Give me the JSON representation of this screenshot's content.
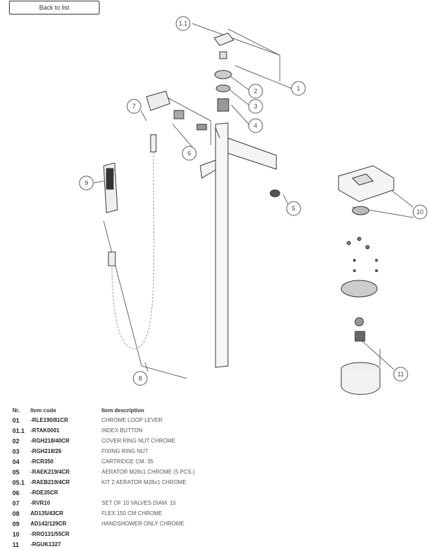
{
  "back_button": "Back to list",
  "callouts": {
    "c1_1": "1.1",
    "c1": "1",
    "c2": "2",
    "c3": "3",
    "c4": "4",
    "c5": "5",
    "c6": "6",
    "c7": "7",
    "c8": "8",
    "c9": "9",
    "c10": "10",
    "c11": "11"
  },
  "table": {
    "headers": {
      "nr": "Nr.",
      "code": "Item code",
      "desc": "Item description"
    },
    "rows": [
      {
        "nr": "01",
        "code": "-RLE190/81CR",
        "desc": "CHROME LOOP LEVER"
      },
      {
        "nr": "01.1",
        "code": "-RTAK0001",
        "desc": "INDEX BUTTON"
      },
      {
        "nr": "02",
        "code": "-RGH218/40CR",
        "desc": "COVER RING NUT CHROME"
      },
      {
        "nr": "03",
        "code": "-RGH218/26",
        "desc": "FIXING RING NUT"
      },
      {
        "nr": "04",
        "code": "-RCR350",
        "desc": "CARTRIDGE CM. 35"
      },
      {
        "nr": "05",
        "code": "-RAEK219/4CR",
        "desc": "AERATOR M28x1 CHROME (5 PCS.)"
      },
      {
        "nr": "05.1",
        "code": "-RAEB219/4CR",
        "desc": "KIT 2 AERATOR M28x1 CHROME"
      },
      {
        "nr": "06",
        "code": "-RDE35CR",
        "desc": ""
      },
      {
        "nr": "07",
        "code": "-RVR10",
        "desc": "SET OF 10 VALVES DIAM. 15"
      },
      {
        "nr": "08",
        "code": "AD135/43CR",
        "desc": "FLEX 150 CM CHROME"
      },
      {
        "nr": "09",
        "code": "AD142/129CR",
        "desc": "HANDSHOWER ONLY CHROME"
      },
      {
        "nr": "10",
        "code": "-RRO131/55CR",
        "desc": ""
      },
      {
        "nr": "11",
        "code": "-RGUK1327",
        "desc": ""
      }
    ]
  }
}
